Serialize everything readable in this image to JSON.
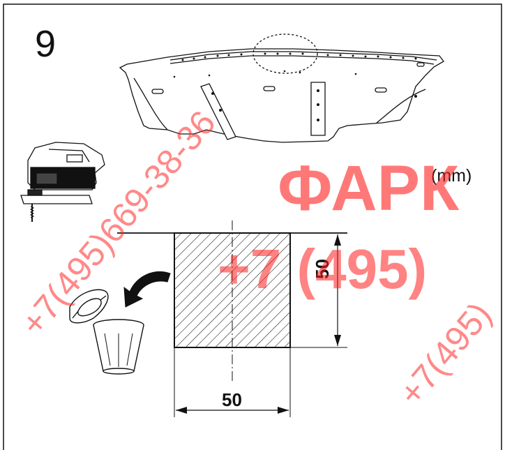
{
  "step": {
    "number": "9"
  },
  "unit": {
    "label": "(mm)"
  },
  "dimensions": {
    "width": "50",
    "height": "50"
  },
  "watermark": {
    "brand": "ФАРК",
    "phone_short": "+7 (495)",
    "phone_diag_1": "+7(495)669-38-36",
    "phone_diag_2": "+7(495)",
    "color": "#ff2a2a"
  },
  "colors": {
    "line": "#111111",
    "background": "#ffffff"
  }
}
